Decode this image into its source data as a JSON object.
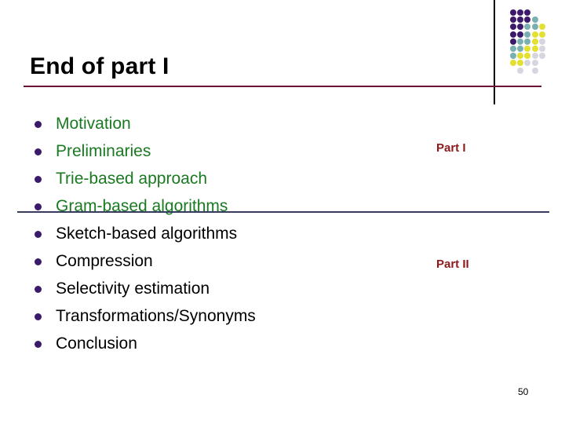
{
  "slide": {
    "title": "End of part I",
    "page_number": "50",
    "bullets": [
      {
        "label": "Motivation",
        "color_group": "green"
      },
      {
        "label": "Preliminaries",
        "color_group": "green"
      },
      {
        "label": "Trie-based approach",
        "color_group": "green"
      },
      {
        "label": "Gram-based algorithms",
        "color_group": "green"
      },
      {
        "label": "Sketch-based algorithms",
        "color_group": "black"
      },
      {
        "label": "Compression",
        "color_group": "black"
      },
      {
        "label": "Selectivity estimation",
        "color_group": "black"
      },
      {
        "label": "Transformations/Synonyms",
        "color_group": "black"
      },
      {
        "label": "Conclusion",
        "color_group": "black"
      }
    ],
    "part_labels": {
      "part_one": "Part I",
      "part_two": "Part II"
    },
    "colors": {
      "title_text": "#000000",
      "title_rule": "#6b1034",
      "bullet_marker": "#3b1a6b",
      "bullet_text_green": "#1a7a21",
      "bullet_text_black": "#000000",
      "part_label": "#8c1a1a",
      "section_rule": "#373b5e",
      "vertical_rule": "#000000"
    },
    "decoration": {
      "dot_grid_name": "dot-grid-decoration",
      "dots": [
        {
          "col": 0,
          "row": 0,
          "color": "#3b1a6b"
        },
        {
          "col": 1,
          "row": 0,
          "color": "#3b1a6b"
        },
        {
          "col": 2,
          "row": 0,
          "color": "#3b1a6b"
        },
        {
          "col": 0,
          "row": 1,
          "color": "#3b1a6b"
        },
        {
          "col": 1,
          "row": 1,
          "color": "#3b1a6b"
        },
        {
          "col": 2,
          "row": 1,
          "color": "#3b1a6b"
        },
        {
          "col": 3,
          "row": 1,
          "color": "#7bb0b0"
        },
        {
          "col": 0,
          "row": 2,
          "color": "#3b1a6b"
        },
        {
          "col": 1,
          "row": 2,
          "color": "#3b1a6b"
        },
        {
          "col": 2,
          "row": 2,
          "color": "#7bb0b0"
        },
        {
          "col": 3,
          "row": 2,
          "color": "#7bb0b0"
        },
        {
          "col": 4,
          "row": 2,
          "color": "#e3e032"
        },
        {
          "col": 0,
          "row": 3,
          "color": "#3b1a6b"
        },
        {
          "col": 1,
          "row": 3,
          "color": "#3b1a6b"
        },
        {
          "col": 2,
          "row": 3,
          "color": "#7bb0b0"
        },
        {
          "col": 3,
          "row": 3,
          "color": "#e3e032"
        },
        {
          "col": 4,
          "row": 3,
          "color": "#e3e032"
        },
        {
          "col": 0,
          "row": 4,
          "color": "#3b1a6b"
        },
        {
          "col": 1,
          "row": 4,
          "color": "#7bb0b0"
        },
        {
          "col": 2,
          "row": 4,
          "color": "#7bb0b0"
        },
        {
          "col": 3,
          "row": 4,
          "color": "#e3e032"
        },
        {
          "col": 4,
          "row": 4,
          "color": "#d6d6e0"
        },
        {
          "col": 0,
          "row": 5,
          "color": "#7bb0b0"
        },
        {
          "col": 1,
          "row": 5,
          "color": "#7bb0b0"
        },
        {
          "col": 2,
          "row": 5,
          "color": "#e3e032"
        },
        {
          "col": 3,
          "row": 5,
          "color": "#e3e032"
        },
        {
          "col": 4,
          "row": 5,
          "color": "#d6d6e0"
        },
        {
          "col": 0,
          "row": 6,
          "color": "#7bb0b0"
        },
        {
          "col": 1,
          "row": 6,
          "color": "#e3e032"
        },
        {
          "col": 2,
          "row": 6,
          "color": "#e3e032"
        },
        {
          "col": 3,
          "row": 6,
          "color": "#d6d6e0"
        },
        {
          "col": 4,
          "row": 6,
          "color": "#d6d6e0"
        },
        {
          "col": 0,
          "row": 7,
          "color": "#e3e032"
        },
        {
          "col": 1,
          "row": 7,
          "color": "#e3e032"
        },
        {
          "col": 2,
          "row": 7,
          "color": "#d6d6e0"
        },
        {
          "col": 3,
          "row": 7,
          "color": "#d6d6e0"
        },
        {
          "col": 1,
          "row": 8,
          "color": "#d6d6e0"
        },
        {
          "col": 3,
          "row": 8,
          "color": "#d6d6e0"
        }
      ]
    }
  }
}
